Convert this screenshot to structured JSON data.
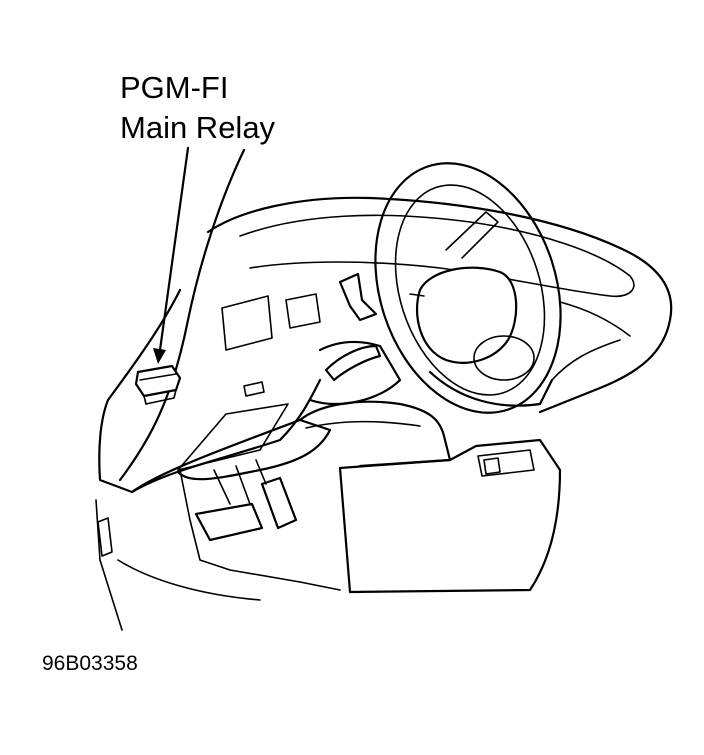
{
  "diagram": {
    "callout": {
      "line1": "PGM-FI",
      "line2": "Main Relay"
    },
    "figure_number": "96B03358",
    "colors": {
      "ink": "#000000",
      "background": "#ffffff"
    }
  }
}
